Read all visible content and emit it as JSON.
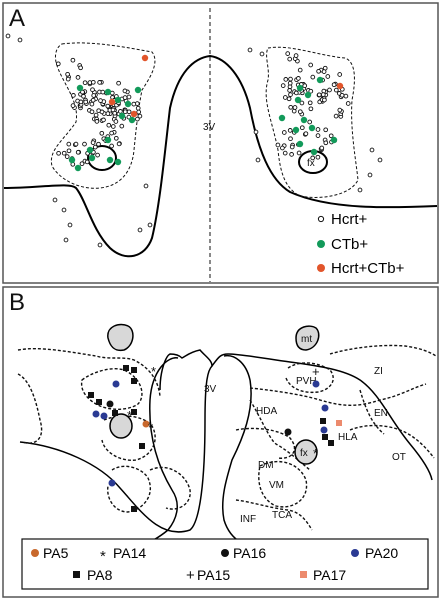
{
  "colors": {
    "green": "#129a5a",
    "red": "#e2552b",
    "orange": "#c8682c",
    "blue": "#2a3a93",
    "salmon": "#ec8a6d",
    "black": "#111111",
    "frame": "#555555"
  },
  "panelA": {
    "letter": "A",
    "ventricle_label": "3V",
    "fx_label": "fx",
    "legend": [
      {
        "label": "Hcrt+",
        "marker": "open-circle"
      },
      {
        "label": "CTb+",
        "marker": "green-dot"
      },
      {
        "label": "Hcrt+CTb+",
        "marker": "red-dot"
      }
    ]
  },
  "panelB": {
    "letter": "B",
    "regions": {
      "mt": "mt",
      "ventricle": "3V",
      "pvh": "PVH",
      "zi": "ZI",
      "hda": "HDA",
      "en": "EN",
      "hla": "HLA",
      "fx": "fx",
      "ot": "OT",
      "dm": "DM",
      "vm": "VM",
      "inf": "INF",
      "tca": "TCA"
    },
    "legend": [
      {
        "label": "PA5",
        "marker": "orange-dot"
      },
      {
        "label": "PA14",
        "marker": "asterisk"
      },
      {
        "label": "PA16",
        "marker": "black-dot"
      },
      {
        "label": "PA20",
        "marker": "blue-dot"
      },
      {
        "label": "PA8",
        "marker": "black-square"
      },
      {
        "label": "PA15",
        "marker": "plus"
      },
      {
        "label": "PA17",
        "marker": "salmon-square"
      }
    ]
  }
}
